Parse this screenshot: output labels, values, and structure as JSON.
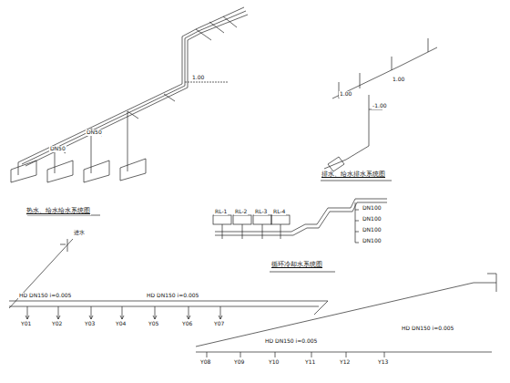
{
  "diagram": {
    "labels": [
      "热水、给水给水系统图",
      "排水、给水排水系统图",
      "循环冷却水系统图",
      "1.00",
      "1.00",
      "1.00",
      "-1.00",
      "DN50",
      "DN50",
      "RL-1",
      "RL-2",
      "RL-3",
      "RL-4",
      "DN100",
      "DN100",
      "DN100",
      "DN100",
      "HD DN150 i=0.005",
      "HD DN150 i=0.005",
      "Y01",
      "Y02",
      "Y03",
      "Y04",
      "Y05",
      "Y06",
      "Y07",
      "HD DN150 i=0.005",
      "HD DN150 i=0.005",
      "Y08",
      "Y09",
      "Y10",
      "Y11",
      "Y12",
      "Y13",
      "进水"
    ]
  }
}
